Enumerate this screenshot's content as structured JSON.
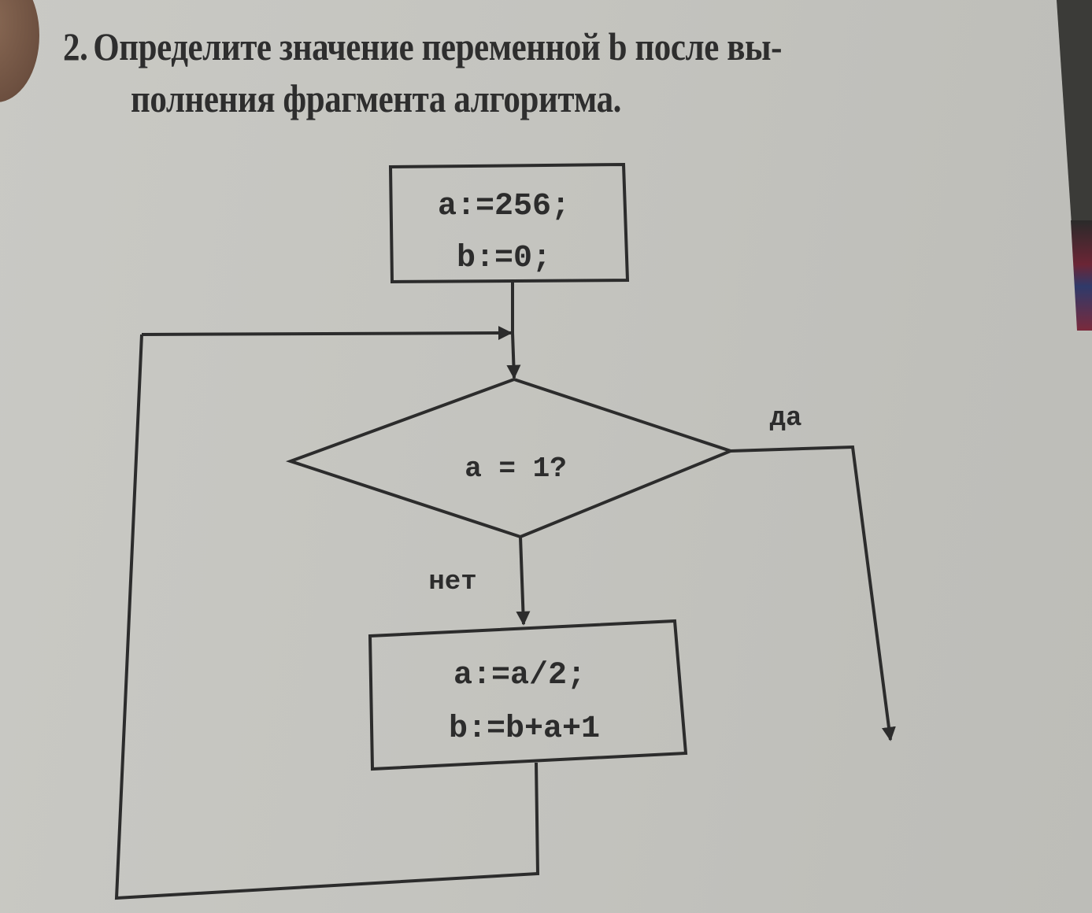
{
  "page": {
    "task_number": "2.",
    "question_line1": "Определите значение переменной b после вы-",
    "question_line2": "полнения фрагмента алгоритма."
  },
  "flowchart": {
    "init_block": {
      "line1": "a:=256;",
      "line2": "b:=0;"
    },
    "condition": {
      "text": "a = 1?",
      "yes_label": "да",
      "no_label": "нет"
    },
    "loop_body": {
      "line1": "a:=a/2;",
      "line2": "b:=b+a+1"
    }
  },
  "colors": {
    "ink": "#2c2c2c",
    "paper": "#c5c5c0"
  }
}
